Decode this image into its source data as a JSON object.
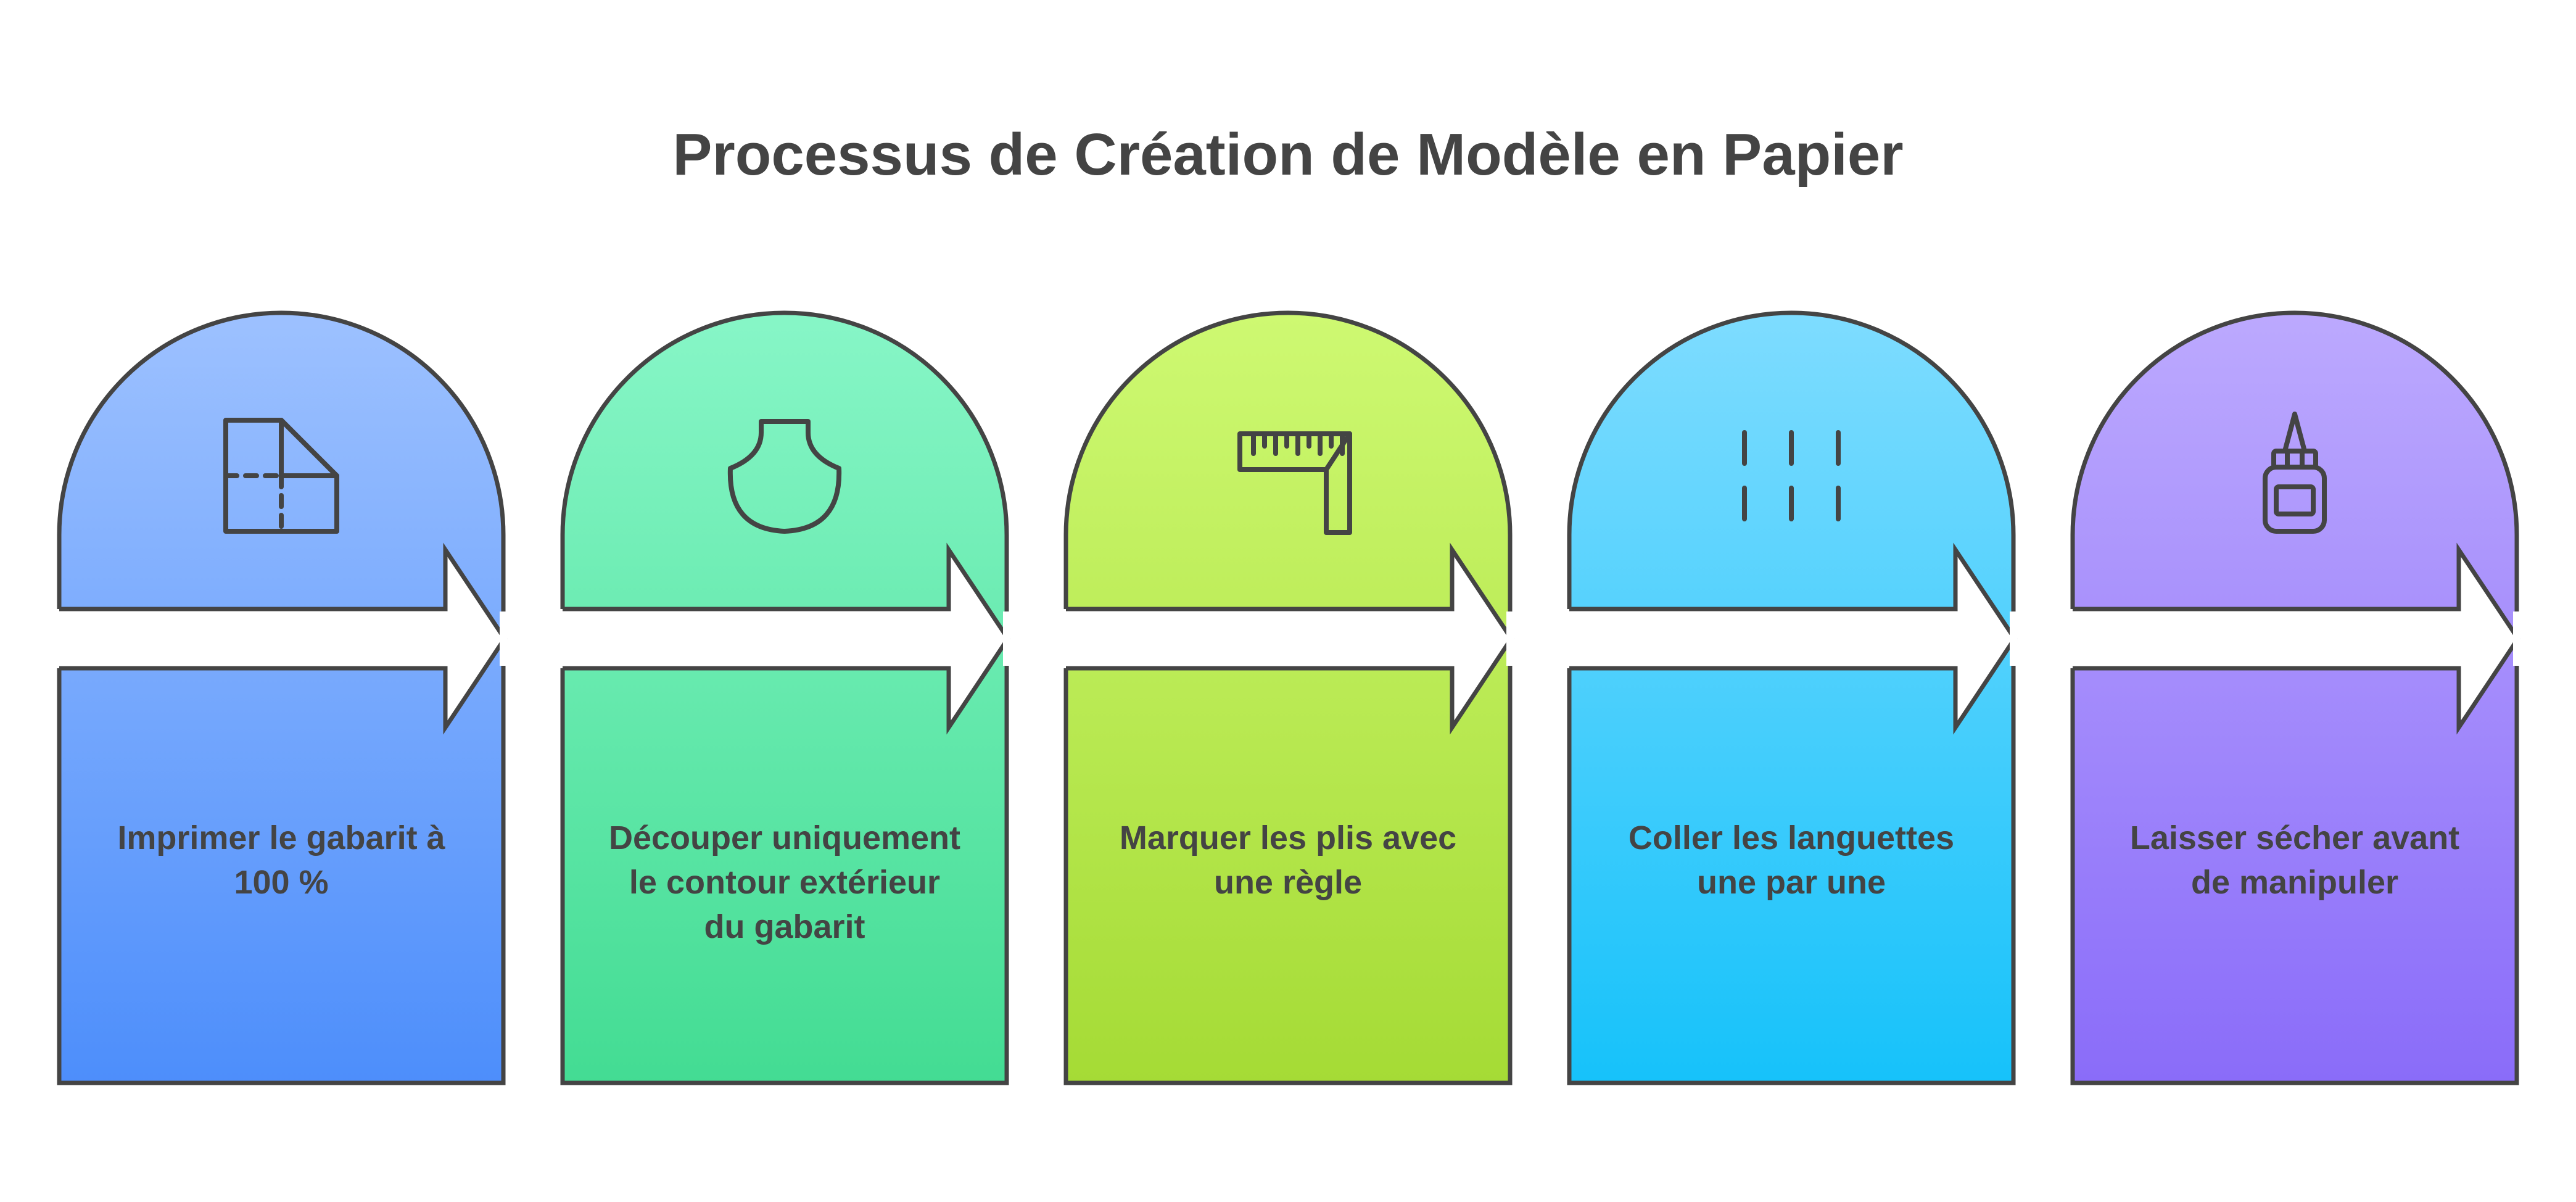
{
  "title": "Processus de Création de Modèle en Papier",
  "steps": [
    {
      "label": "Imprimer le gabarit à 100 %",
      "icon": "folded-paper-icon",
      "color_top": "#9DC1FF",
      "color_bottom": "#4D8EFB"
    },
    {
      "label": "Découper uniquement le contour extérieur du gabarit",
      "icon": "cut-outline-icon",
      "color_top": "#87F6C7",
      "color_bottom": "#43DC93"
    },
    {
      "label": "Marquer les plis avec une règle",
      "icon": "ruler-icon",
      "color_top": "#CEF972",
      "color_bottom": "#A5DB35"
    },
    {
      "label": "Coller les languettes une par une",
      "icon": "dashed-lines-icon",
      "color_top": "#7EDCFF",
      "color_bottom": "#16C2FA"
    },
    {
      "label": "Laisser sécher avant de manipuler",
      "icon": "glue-bottle-icon",
      "color_top": "#BCA9FE",
      "color_bottom": "#8A6CF9"
    }
  ],
  "colors": {
    "stroke": "#444444",
    "text": "#444444",
    "background": "#FFFFFF"
  }
}
